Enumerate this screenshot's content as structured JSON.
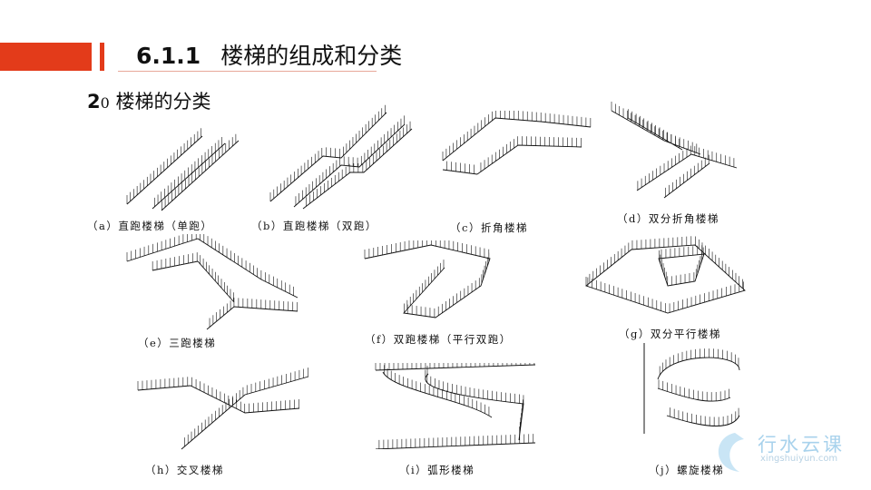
{
  "header": {
    "section_number": "6.1.1",
    "title": "楼梯的组成和分类",
    "accent_color": "#e33b1a"
  },
  "subtitle": {
    "number": "2",
    "marker": "0",
    "text": "楼梯的分类"
  },
  "figures": [
    {
      "id": "a",
      "caption": "（a）直跑楼梯（单跑）",
      "icon": "straight-single-flight-stair"
    },
    {
      "id": "b",
      "caption": "（b）直跑楼梯（双跑）",
      "icon": "straight-double-flight-stair"
    },
    {
      "id": "c",
      "caption": "（c）折角楼梯",
      "icon": "angled-stair"
    },
    {
      "id": "d",
      "caption": "（d）双分折角楼梯",
      "icon": "double-split-angled-stair"
    },
    {
      "id": "e",
      "caption": "（e）三跑楼梯",
      "icon": "three-flight-stair"
    },
    {
      "id": "f",
      "caption": "（f）双跑楼梯（平行双跑）",
      "icon": "parallel-double-flight-stair"
    },
    {
      "id": "g",
      "caption": "（g）双分平行楼梯",
      "icon": "double-split-parallel-stair"
    },
    {
      "id": "h",
      "caption": "（h）交叉楼梯",
      "icon": "cross-stair"
    },
    {
      "id": "i",
      "caption": "（i）弧形楼梯",
      "icon": "curved-stair"
    },
    {
      "id": "j",
      "caption": "（j）螺旋楼梯",
      "icon": "spiral-stair"
    }
  ],
  "watermark": {
    "brand": "行水云课",
    "url": "xingshuiyun.com",
    "color": "#a8d2ec"
  }
}
